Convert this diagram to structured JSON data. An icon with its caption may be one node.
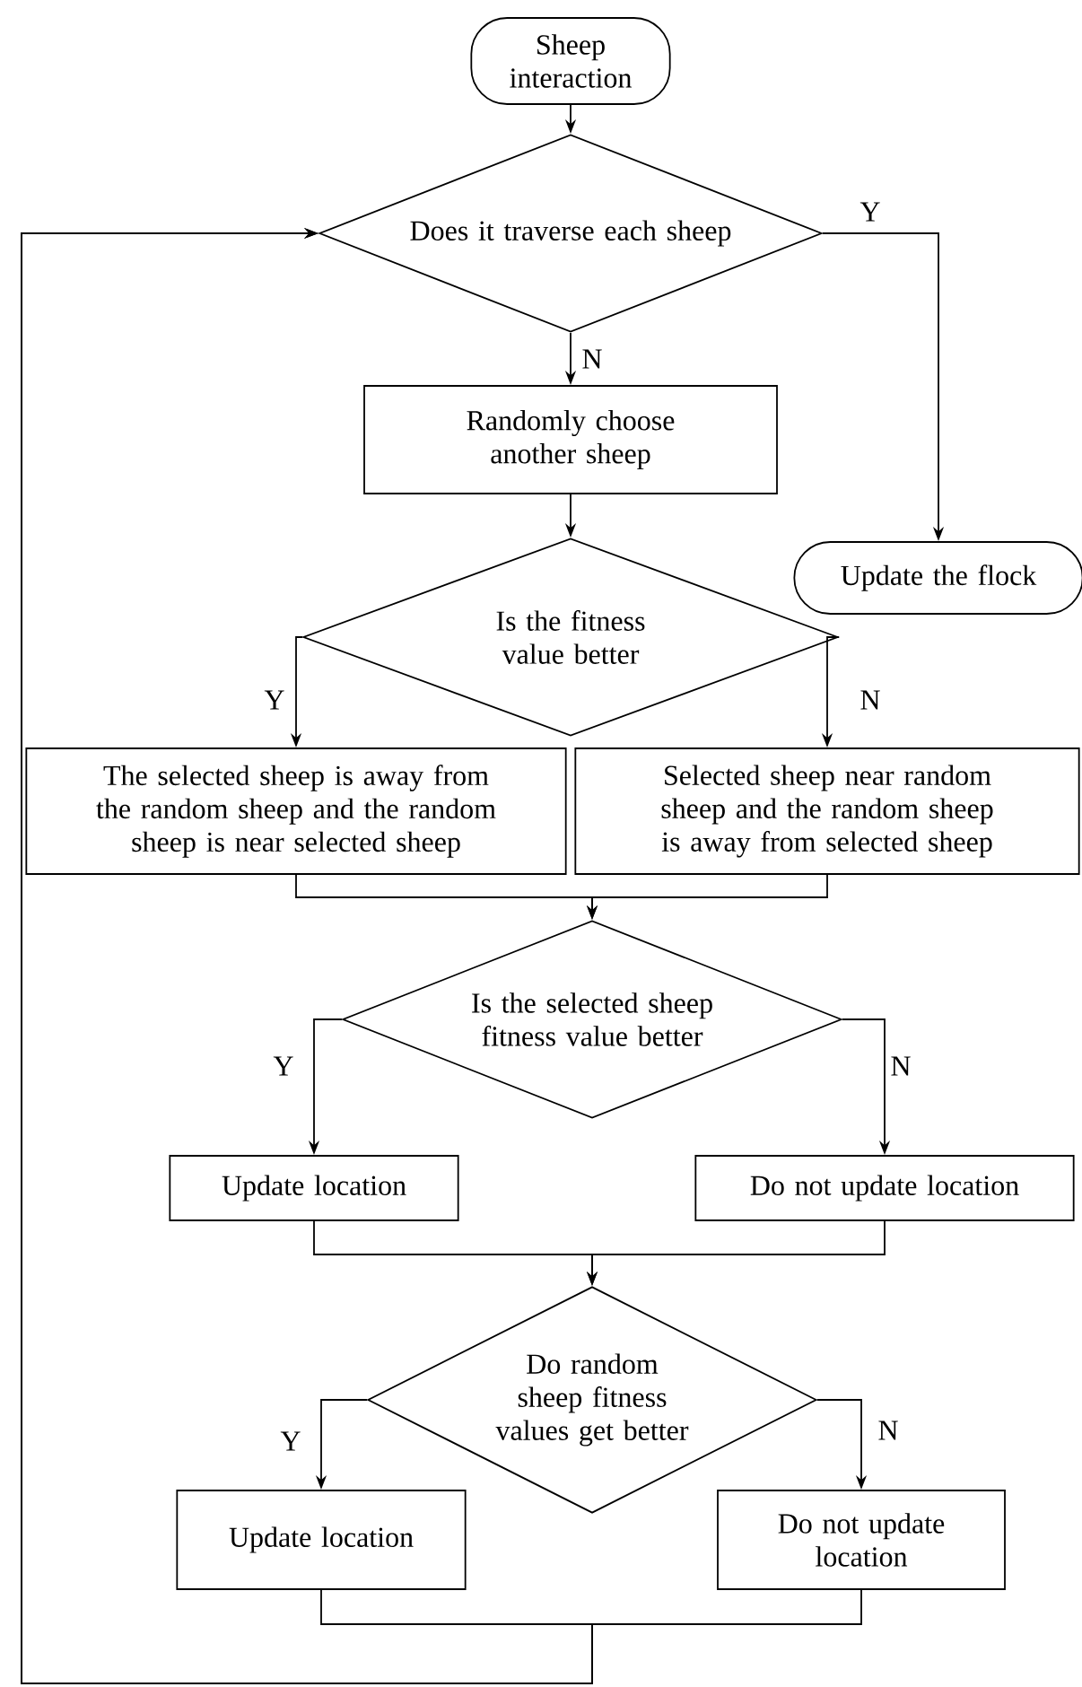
{
  "diagram": {
    "nodes": [
      {
        "text": [
          "Sheep interaction"
        ]
      },
      {
        "text": [
          "Does it traverse each sheep"
        ]
      },
      {
        "text": [
          "Randomly choose another sheep"
        ]
      },
      {
        "text": [
          "Update the flock"
        ]
      },
      {
        "text": [
          "Is the fitness value better"
        ]
      },
      {
        "text": [
          "The selected sheep is away from the random sheep and the random sheep is near selected sheep"
        ]
      },
      {
        "text": [
          "Selected sheep near random sheep and the random sheep is away from selected sheep"
        ]
      },
      {
        "text": [
          "Is the selected sheep fitness value better"
        ]
      },
      {
        "text": [
          "Update location"
        ]
      },
      {
        "text": [
          "Do not update location"
        ]
      },
      {
        "text": [
          "Do random sheep fitness values get better"
        ]
      },
      {
        "text": [
          "Update location"
        ]
      },
      {
        "text": [
          "Do not update location"
        ]
      }
    ],
    "edges": [
      {
        "from": 0,
        "to": 1,
        "arrow": "to"
      },
      {
        "from": 1,
        "to": 2,
        "arrow": "to",
        "label": "N"
      },
      {
        "from": 1,
        "to": 3,
        "arrow": "to",
        "label": "Y"
      },
      {
        "from": 2,
        "to": 4,
        "arrow": "to"
      },
      {
        "from": 4,
        "to": 5,
        "arrow": "to",
        "label": "Y"
      },
      {
        "from": 4,
        "to": 6,
        "arrow": "to",
        "label": "N"
      },
      {
        "from": 5,
        "to": 7,
        "arrow": "to"
      },
      {
        "from": 6,
        "to": 7,
        "arrow": "to"
      },
      {
        "from": 7,
        "to": 8,
        "arrow": "to",
        "label": "Y"
      },
      {
        "from": 7,
        "to": 9,
        "arrow": "to",
        "label": "N"
      },
      {
        "from": 8,
        "to": 10,
        "arrow": "to"
      },
      {
        "from": 9,
        "to": 10,
        "arrow": "to"
      },
      {
        "from": 10,
        "to": 11,
        "arrow": "to",
        "label": "Y"
      },
      {
        "from": 10,
        "to": 12,
        "arrow": "to",
        "label": "N"
      },
      {
        "from": 11,
        "to": 1,
        "arrow": "to"
      },
      {
        "from": 12,
        "to": 1,
        "arrow": "to"
      }
    ]
  }
}
